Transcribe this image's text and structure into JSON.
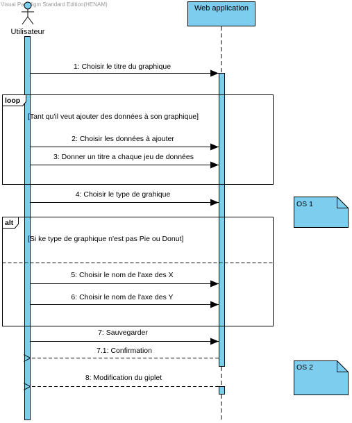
{
  "watermark": "Visual Paradigm Standard Edition(HENAM)",
  "lifelines": {
    "actor": {
      "label": "Utilisateur"
    },
    "system": {
      "label": "Web application"
    }
  },
  "messages": [
    {
      "label": "1: Choisir le titre du graphique",
      "kind": "sync"
    },
    {
      "label": "2: Choisir les données à ajouter",
      "kind": "sync"
    },
    {
      "label": "3: Donner un titre a chaque jeu de données",
      "kind": "sync"
    },
    {
      "label": "4: Choisir le type de grahique",
      "kind": "sync"
    },
    {
      "label": "5: Choisir le nom de l'axe des X",
      "kind": "sync"
    },
    {
      "label": "6: Choisir le nom de l'axe des Y",
      "kind": "sync"
    },
    {
      "label": "7: Sauvegarder",
      "kind": "sync"
    },
    {
      "label": "7.1: Confirmation",
      "kind": "return"
    },
    {
      "label": "8: Modification du giplet",
      "kind": "return"
    }
  ],
  "fragments": {
    "loop": {
      "operator": "loop",
      "guard": "[Tant qu'il veut ajouter des données à son graphique]"
    },
    "alt": {
      "operator": "alt",
      "guard": "[Si ke type de graphique n'est pas Pie ou Donut]"
    }
  },
  "notes": [
    {
      "label": "OS 1"
    },
    {
      "label": "OS 2"
    }
  ],
  "colors": {
    "lifeline_fill": "#7dcdef",
    "border": "#000000",
    "note_fill": "#7dcdef"
  }
}
